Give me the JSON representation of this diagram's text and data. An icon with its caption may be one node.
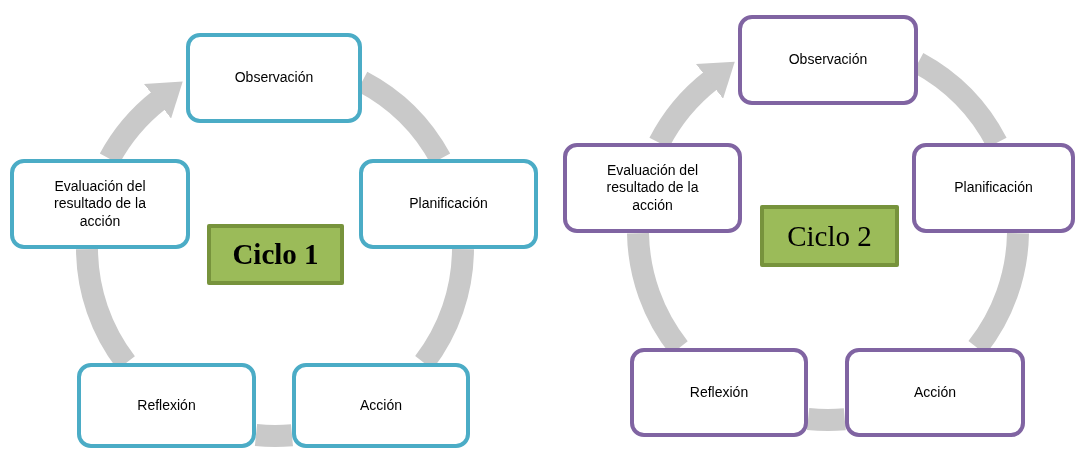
{
  "diagram": {
    "nodes": [
      {
        "text": [
          "Observación"
        ]
      },
      {
        "text": [
          "Planificación"
        ]
      },
      {
        "text": [
          "Acción"
        ]
      },
      {
        "text": [
          "Reflexión"
        ]
      },
      {
        "text": [
          "Evaluación del resultado de la acción"
        ]
      },
      {
        "text": [
          "Ciclo 1"
        ]
      },
      {
        "text": [
          "Observación"
        ]
      },
      {
        "text": [
          "Planificación"
        ]
      },
      {
        "text": [
          "Acción"
        ]
      },
      {
        "text": [
          "Reflexión"
        ]
      },
      {
        "text": [
          "Evaluación del resultado de la acción"
        ]
      },
      {
        "text": [
          "Ciclo 2"
        ]
      }
    ],
    "edges": [
      {
        "from": 0,
        "to": 1,
        "arrow": "none"
      },
      {
        "from": 1,
        "to": 2,
        "arrow": "none"
      },
      {
        "from": 2,
        "to": 3,
        "arrow": "none"
      },
      {
        "from": 3,
        "to": 4,
        "arrow": "none"
      },
      {
        "from": 4,
        "to": 0,
        "arrow": "to"
      },
      {
        "from": 6,
        "to": 7,
        "arrow": "none"
      },
      {
        "from": 7,
        "to": 8,
        "arrow": "none"
      },
      {
        "from": 8,
        "to": 9,
        "arrow": "none"
      },
      {
        "from": 9,
        "to": 10,
        "arrow": "none"
      },
      {
        "from": 10,
        "to": 6,
        "arrow": "to"
      }
    ]
  }
}
